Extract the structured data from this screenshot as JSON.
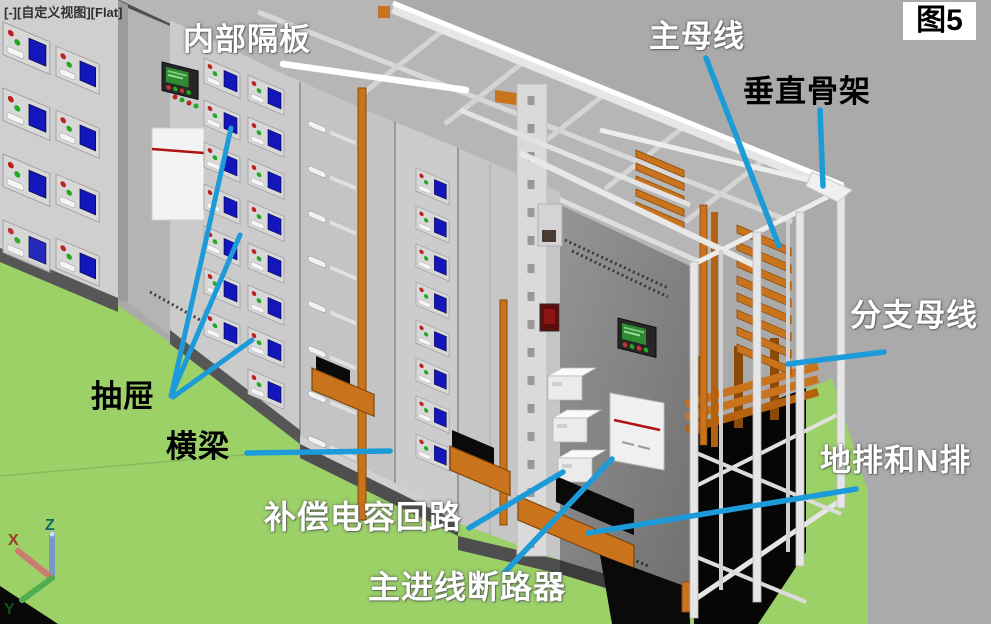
{
  "viewport_controls": {
    "minimize_label": "[-]",
    "view_name_label": "[自定义视图]",
    "visual_style_label": "[Flat]"
  },
  "figure_label": "图5",
  "annotations": {
    "internal_partition": {
      "label": "内部隔板",
      "text_color": "#ffffff"
    },
    "main_busbar": {
      "label": "主母线",
      "text_color": "#ffffff"
    },
    "vertical_frame": {
      "label": "垂直骨架",
      "text_color": "#000000"
    },
    "branch_busbar": {
      "label": "分支母线",
      "text_color": "#ffffff"
    },
    "ground_and_neutral_bar": {
      "label": "地排和N排",
      "text_color": "#ffffff"
    },
    "drawer": {
      "label": "抽屉",
      "text_color": "#000000"
    },
    "crossbeam": {
      "label": "横梁",
      "text_color": "#000000"
    },
    "compensation_capacitor_circuit": {
      "label": "补偿电容回路",
      "text_color": "#ffffff"
    },
    "main_incoming_breaker": {
      "label": "主进线断路器",
      "text_color": "#ffffff"
    }
  },
  "ucs_axes": {
    "x_label": "X",
    "y_label": "Y",
    "z_label": "Z"
  },
  "colors": {
    "viewport_background": "#aaaaaa",
    "ground_plane": "#9cd168",
    "copper_busbar": "#c9731d",
    "leader_line": "#1d9bd8",
    "internal_partition_leader": "#ffffff",
    "cabinet_light": "#c9c9c9",
    "cabinet_dark": "#8c8c8c",
    "drawer_screen_blue": "#1216bb",
    "indicator_red": "#bb2222",
    "indicator_green": "#22aa22"
  }
}
